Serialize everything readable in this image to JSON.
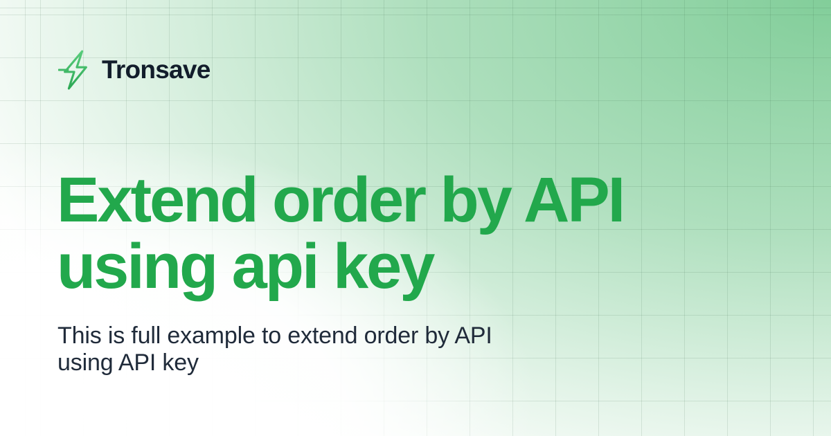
{
  "brand": {
    "name": "Tronsave",
    "logo_icon": "lightning-bolt-icon"
  },
  "hero": {
    "title_line1": "Extend order by API",
    "title_line2": "using api key",
    "subtitle_line1": "This is full example to extend order by API",
    "subtitle_line2": "using API key"
  },
  "colors": {
    "accent_green": "#22A84C",
    "logo_green_top": "#5ACD7D",
    "logo_green_bottom": "#2BA753",
    "brand_text": "#121D2B",
    "subtitle_text": "#202B3A",
    "background_corner_green": "#84D49C",
    "grid_line": "#DDE8DF",
    "background": "#FDFEFD"
  }
}
